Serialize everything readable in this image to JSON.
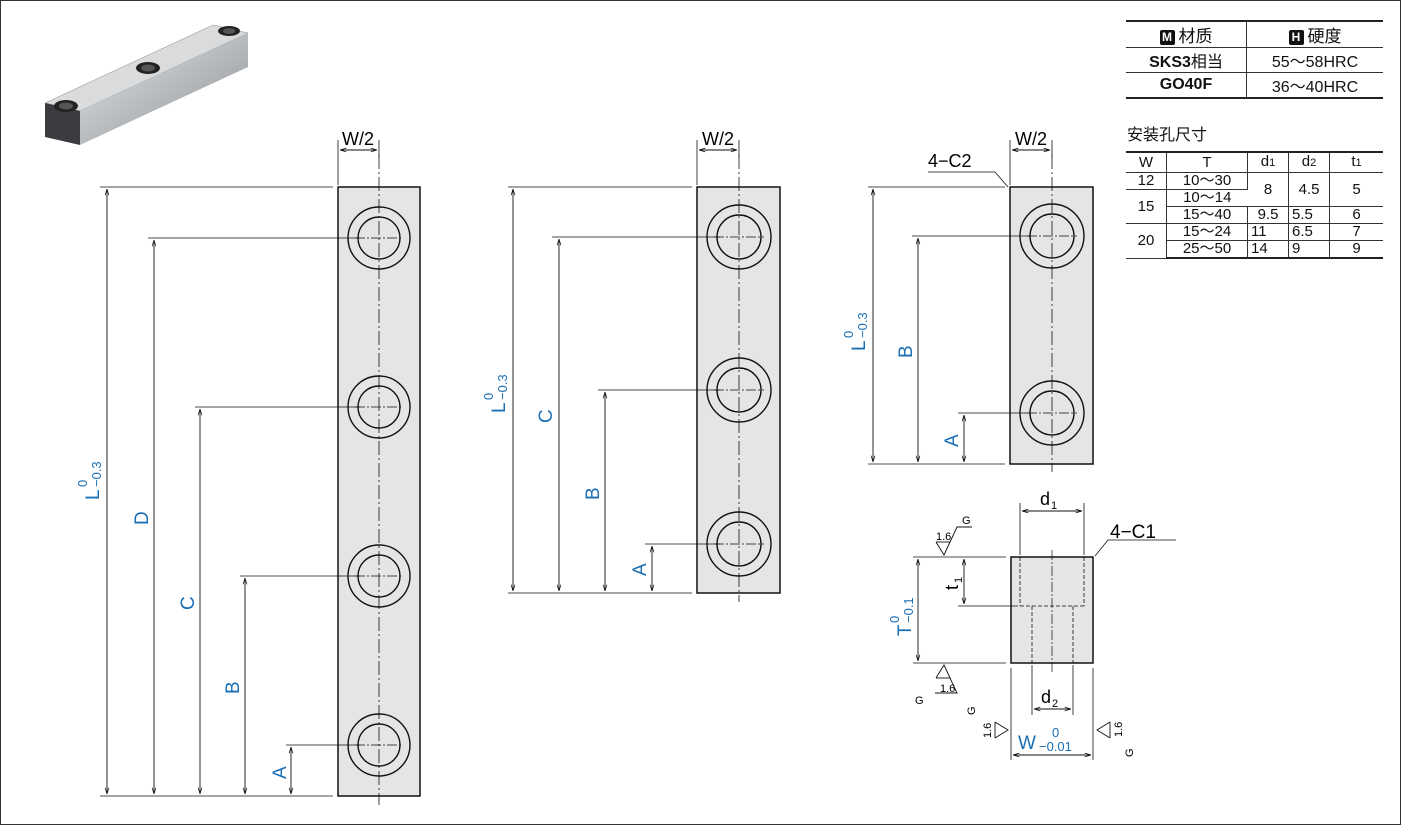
{
  "material_table": {
    "header_material_badge": "M",
    "header_material": "材质",
    "header_hardness_badge": "H",
    "header_hardness": "硬度",
    "rows": [
      {
        "material_bold": "SKS3",
        "material_suffix": "相当",
        "hardness": "55～58HRC"
      },
      {
        "material_bold": "GO40F",
        "material_suffix": "",
        "hardness": "36～40HRC"
      }
    ]
  },
  "hole_table": {
    "title": "安装孔尺寸",
    "headers": [
      "W",
      "T",
      "d1",
      "d2",
      "t1"
    ],
    "rows": [
      {
        "W": "12",
        "T": "10～30",
        "d1": "8",
        "d2": "4.5",
        "t1": "5"
      },
      {
        "W": "15",
        "T": "10～14",
        "d1": "8",
        "d2": "4.5",
        "t1": "5"
      },
      {
        "W": "15",
        "T": "15～40",
        "d1": "9.5",
        "d2": "5.5",
        "t1": "6"
      },
      {
        "W": "20",
        "T": "15～24",
        "d1": "11",
        "d2": "6.5",
        "t1": "7"
      },
      {
        "W": "20",
        "T": "25～50",
        "d1": "14",
        "d2": "9",
        "t1": "9"
      }
    ]
  },
  "drawing": {
    "half_width": "W/2",
    "length_symbol": "L",
    "length_tol_upper": "0",
    "length_tol_lower": "−0.3",
    "labels": {
      "A": "A",
      "B": "B",
      "C": "C",
      "D": "D"
    },
    "chamfer_body": "4−C2",
    "chamfer_section": "4−C1",
    "d1": "d",
    "d1_sub": "1",
    "d2": "d",
    "d2_sub": "2",
    "t1": "t",
    "t1_sub": "1",
    "thickness_symbol": "T",
    "thickness_tol_upper": "0",
    "thickness_tol_lower": "−0.1",
    "width_symbol": "W",
    "width_tol_upper": "0",
    "width_tol_lower": "−0.01",
    "roughness_value": "1.6",
    "roughness_grade": "G",
    "accent_color": "#1a6fb5"
  }
}
